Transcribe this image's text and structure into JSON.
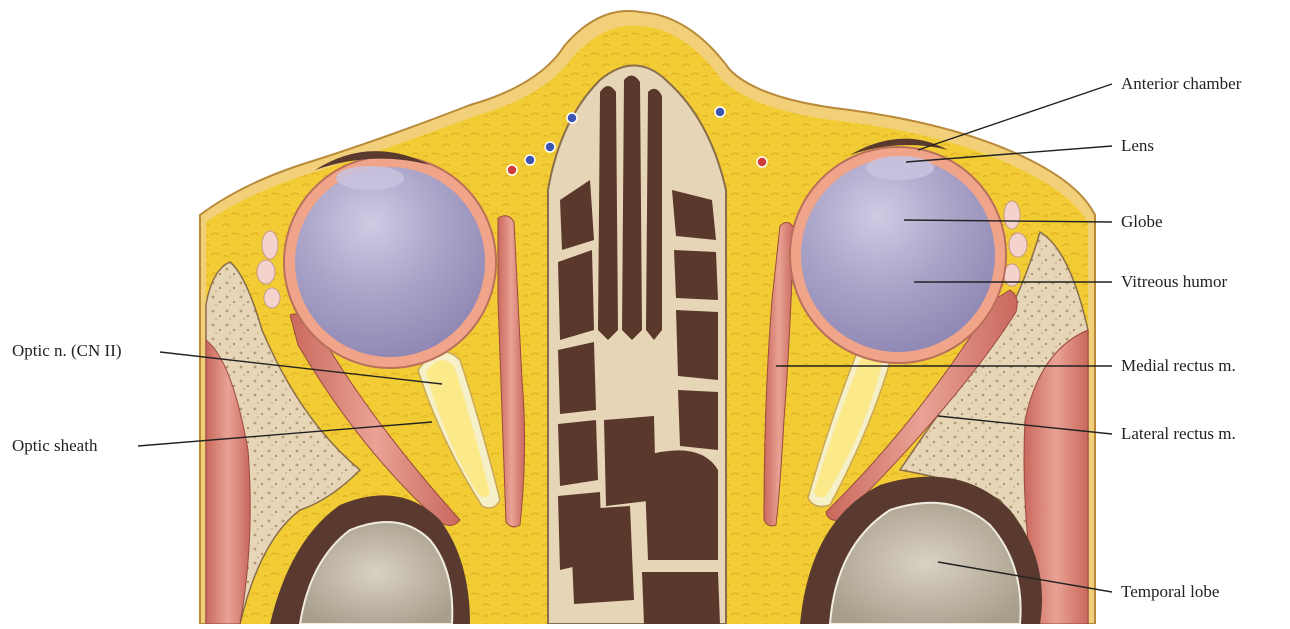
{
  "labels": {
    "anterior_chamber": "Anterior chamber",
    "lens": "Lens",
    "globe": "Globe",
    "vitreous_humor": "Vitreous humor",
    "medial_rectus": "Medial rectus m.",
    "lateral_rectus": "Lateral rectus m.",
    "temporal_lobe": "Temporal lobe",
    "optic_nerve": "Optic n. (CN II)",
    "optic_sheath": "Optic sheath"
  },
  "colors": {
    "fat": "#f3cf3a",
    "fat_light": "#f7de6a",
    "skin": "#f2cf7c",
    "bone": "#e4d3b4",
    "sinus": "#5b382c",
    "globe": "#a7a1c6",
    "sclera": "#f0a48a",
    "muscle": "#d98478",
    "optic_nerve": "#fbe98a",
    "brain": "#c6bcab",
    "brain_dark": "#5a3a2e"
  }
}
